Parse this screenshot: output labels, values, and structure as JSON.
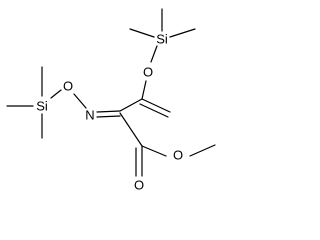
{
  "structure": {
    "atoms": {
      "si_top": "Si",
      "o_top": "O",
      "si_left": "Si",
      "o_left": "O",
      "n": "N",
      "o_carbonyl": "O",
      "o_ester": "O"
    },
    "colors": {
      "bond": "#000000",
      "label": "#000000",
      "background": "#ffffff"
    }
  }
}
